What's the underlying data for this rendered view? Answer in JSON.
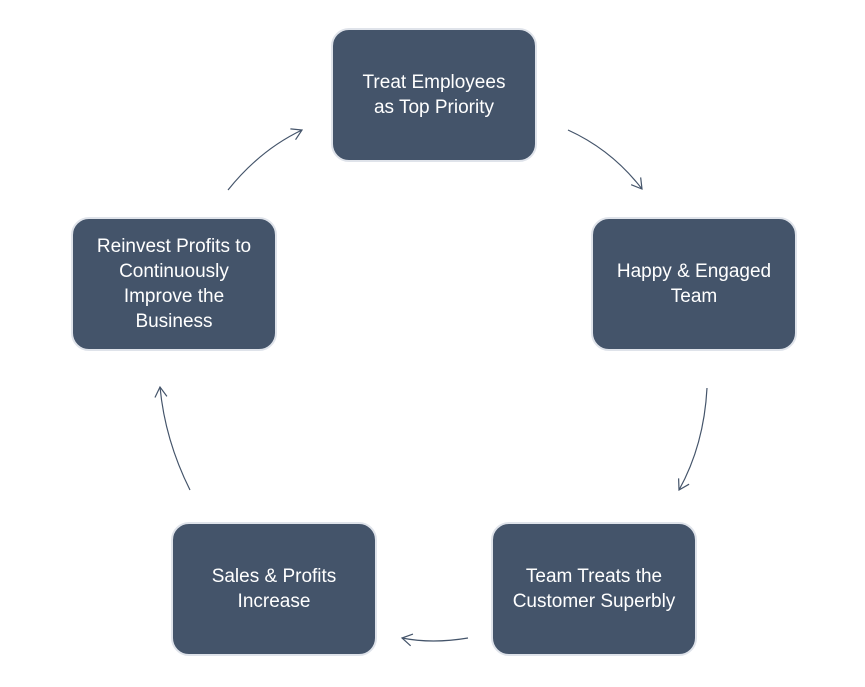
{
  "colors": {
    "node_fill": "#44546a",
    "node_border": "#dfe3ea",
    "node_text": "#ffffff",
    "arrow": "#44546a",
    "background": "#ffffff"
  },
  "cycle": {
    "nodes": [
      {
        "id": "n1",
        "label": "Treat Employees\nas Top Priority"
      },
      {
        "id": "n2",
        "label": "Happy & Engaged\nTeam"
      },
      {
        "id": "n3",
        "label": "Team Treats the\nCustomer Superbly"
      },
      {
        "id": "n4",
        "label": "Sales & Profits\nIncrease"
      },
      {
        "id": "n5",
        "label": "Reinvest Profits to\nContinuously\nImprove the\nBusiness"
      }
    ],
    "edges": [
      {
        "from": "n1",
        "to": "n2"
      },
      {
        "from": "n2",
        "to": "n3"
      },
      {
        "from": "n3",
        "to": "n4"
      },
      {
        "from": "n4",
        "to": "n5"
      },
      {
        "from": "n5",
        "to": "n1"
      }
    ]
  }
}
